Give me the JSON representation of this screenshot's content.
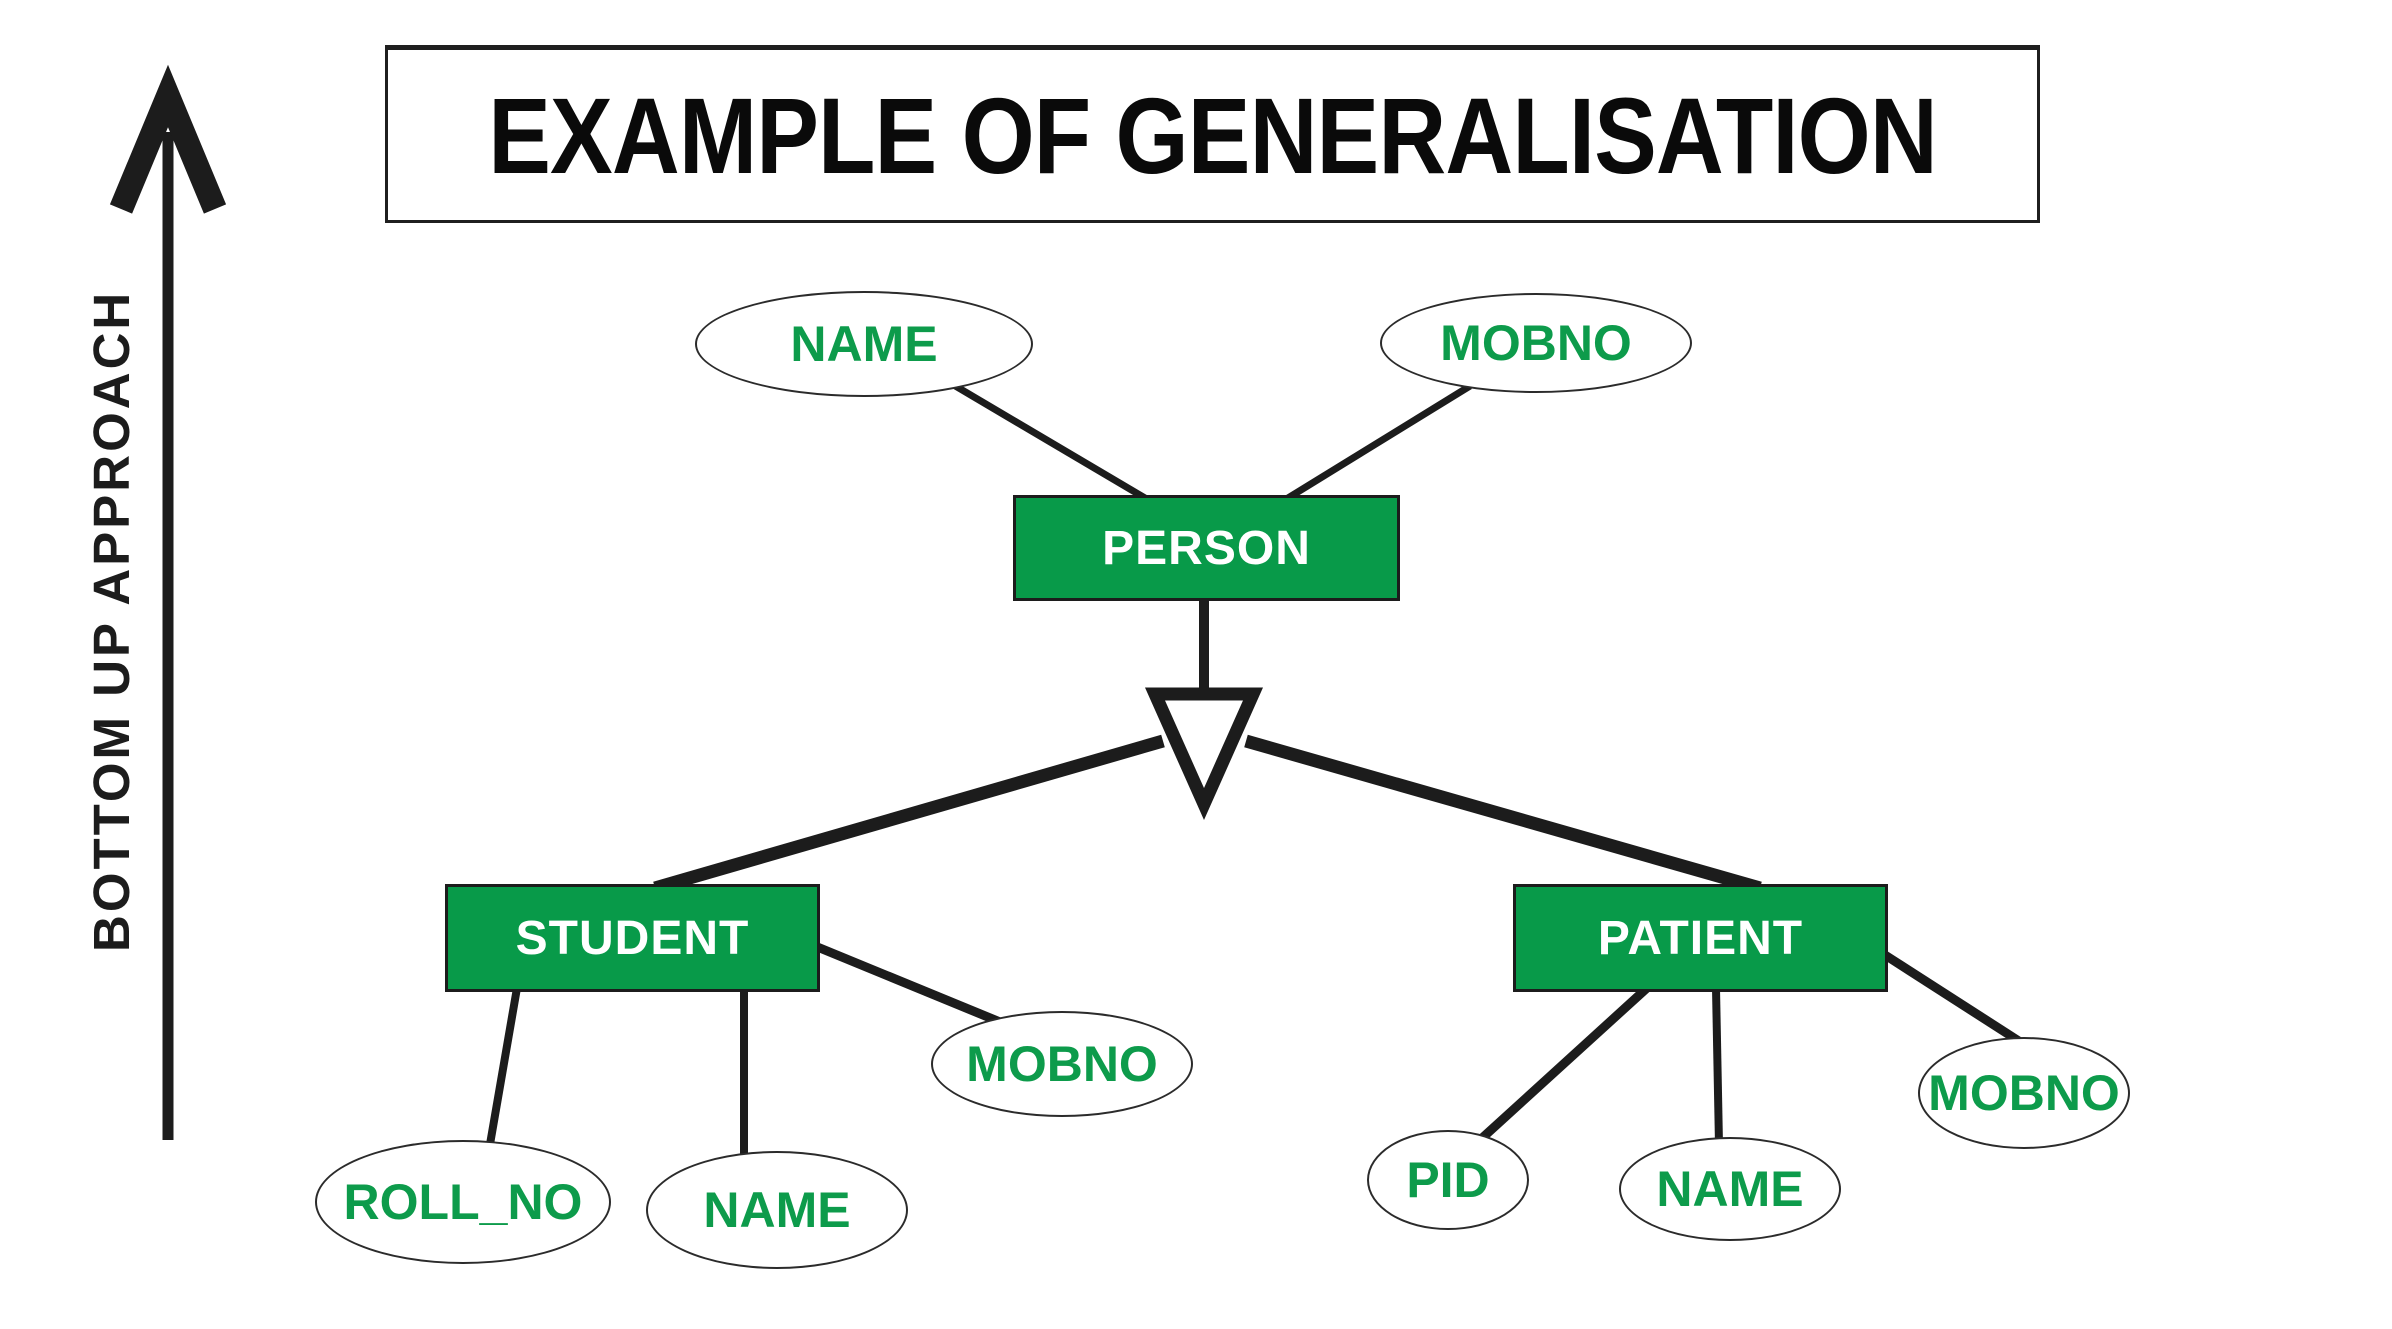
{
  "title": {
    "text": "EXAMPLE OF GENERALISATION"
  },
  "arrow": {
    "label": "BOTTOM UP APPROACH",
    "direction": "up"
  },
  "colors": {
    "entity_fill": "#089a49",
    "entity_text": "#ffffff",
    "attribute_text": "#0d9b4b",
    "line": "#1c1c1c",
    "background": "#ffffff"
  },
  "diagram": {
    "type": "er-generalisation",
    "superclass": {
      "id": "person",
      "label": "PERSON",
      "attributes": [
        "NAME",
        "MOBNO"
      ]
    },
    "subclasses": [
      {
        "id": "student",
        "label": "STUDENT",
        "attributes": [
          "ROLL_NO",
          "NAME",
          "MOBNO"
        ]
      },
      {
        "id": "patient",
        "label": "PATIENT",
        "attributes": [
          "PID",
          "NAME",
          "MOBNO"
        ]
      }
    ]
  }
}
